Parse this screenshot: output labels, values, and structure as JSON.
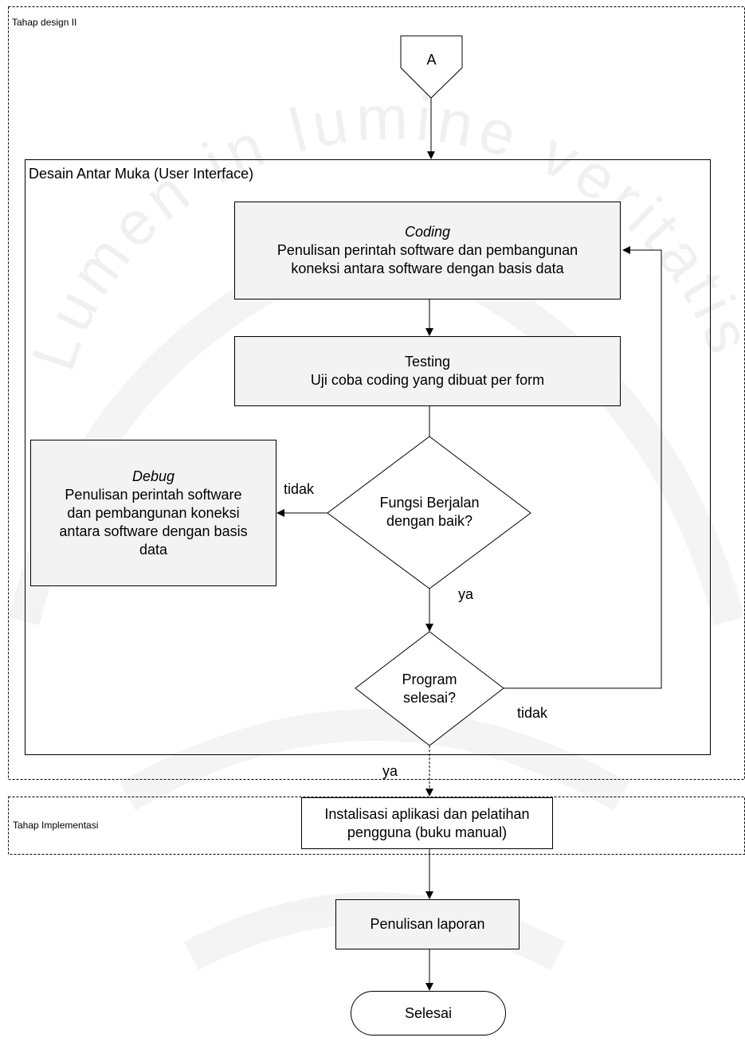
{
  "watermark": {
    "text": "Lumen in lumine veritatis"
  },
  "swimlanes": {
    "design": {
      "label": "Tahap design II"
    },
    "implementation": {
      "label": "Tahap Implementasi"
    }
  },
  "connector": {
    "label": "A"
  },
  "ui_group": {
    "label": "Desain Antar Muka (User Interface)"
  },
  "coding": {
    "title": "Coding",
    "line1": "Penulisan perintah software dan pembangunan",
    "line2": "koneksi antara software dengan basis data"
  },
  "testing": {
    "title": "Testing",
    "line1": "Uji coba coding yang dibuat per form"
  },
  "debug": {
    "title": "Debug",
    "line1": "Penulisan perintah software",
    "line2": "dan pembangunan koneksi",
    "line3": "antara software dengan basis",
    "line4": "data"
  },
  "decision_function": {
    "line1": "Fungsi Berjalan",
    "line2": "dengan baik?"
  },
  "decision_program": {
    "line1": "Program",
    "line2": "selesai?"
  },
  "edges": {
    "tidak_debug": "tidak",
    "ya_function": "ya",
    "tidak_program": "tidak",
    "ya_program": "ya"
  },
  "install": {
    "line1": "Instalisasi aplikasi dan pelatihan",
    "line2": "pengguna (buku manual)"
  },
  "report": {
    "label": "Penulisan laporan"
  },
  "terminator": {
    "label": "Selesai"
  }
}
